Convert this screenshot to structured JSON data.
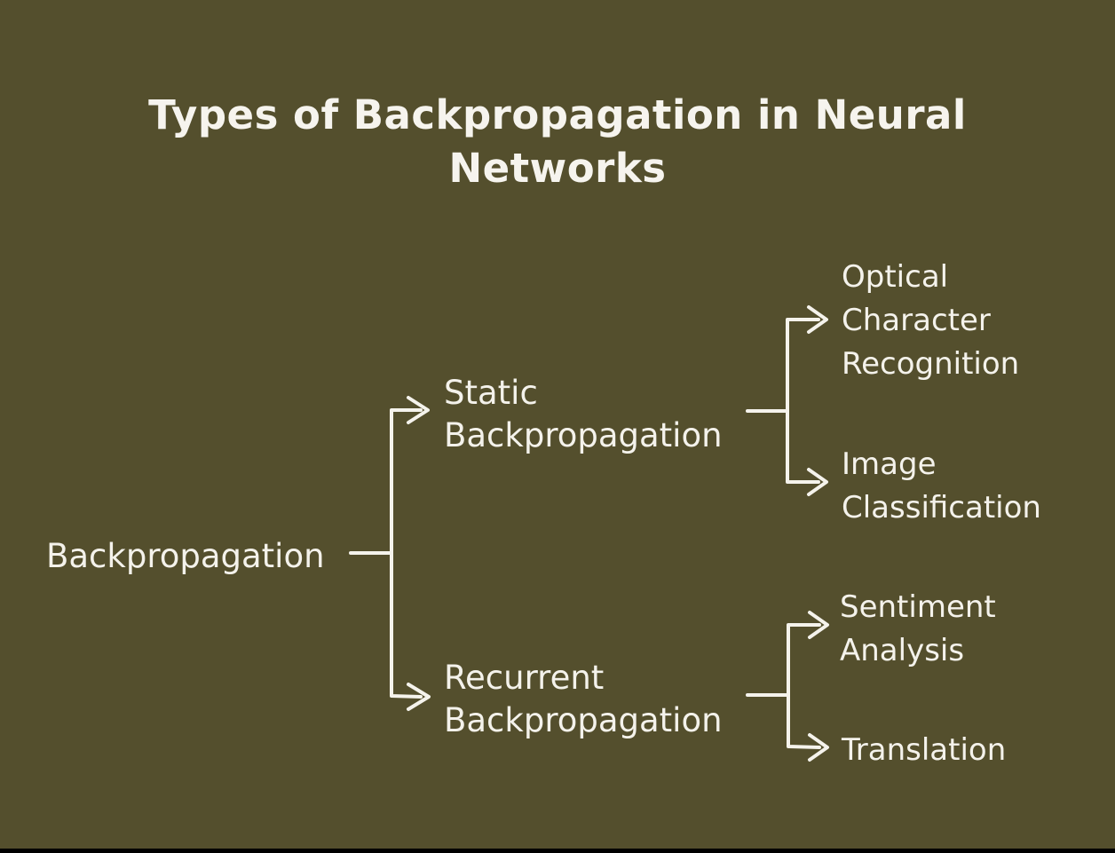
{
  "title": {
    "full": "Types of Backpropagation in Neural Networks",
    "lines": [
      "Types of Backpropagation in Neural",
      "Networks"
    ]
  },
  "colors": {
    "background": "#544F2D",
    "text": "#F4F2EB",
    "line": "#F5F3EC",
    "bottom_bar": "#000000"
  },
  "tree": {
    "root": {
      "label": "Backpropagation"
    },
    "branches": [
      {
        "id": "static-backpropagation",
        "lines": [
          "Static",
          "Backpropagation"
        ],
        "children": [
          {
            "id": "optical-character-recognition",
            "lines": [
              "Optical",
              "Character",
              "Recognition"
            ]
          },
          {
            "id": "image-classification",
            "lines": [
              "Image",
              "Classification"
            ]
          }
        ]
      },
      {
        "id": "recurrent-backpropagation",
        "lines": [
          "Recurrent",
          "Backpropagation"
        ],
        "children": [
          {
            "id": "sentiment-analysis",
            "lines": [
              "Sentiment",
              "Analysis"
            ]
          },
          {
            "id": "translation",
            "lines": [
              "Translation"
            ]
          }
        ]
      }
    ]
  }
}
